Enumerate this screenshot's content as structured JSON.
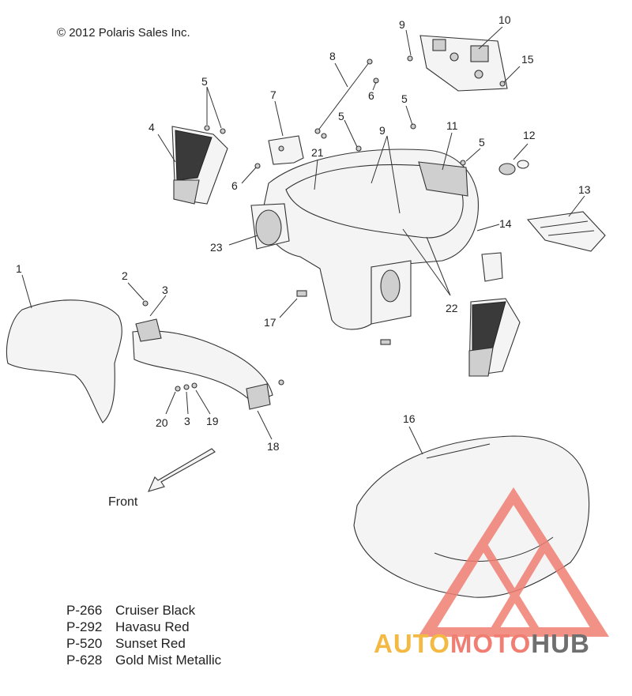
{
  "copyright": "© 2012 Polaris Sales Inc.",
  "front_label": "Front",
  "callouts": {
    "c1": "1",
    "c2": "2",
    "c3a": "3",
    "c3b": "3",
    "c4": "4",
    "c5a": "5",
    "c5b": "5",
    "c5c": "5",
    "c5d": "5",
    "c6a": "6",
    "c6b": "6",
    "c7": "7",
    "c8": "8",
    "c9a": "9",
    "c9b": "9",
    "c10": "10",
    "c11": "11",
    "c12": "12",
    "c13": "13",
    "c14": "14",
    "c15": "15",
    "c16": "16",
    "c17": "17",
    "c18": "18",
    "c19": "19",
    "c20": "20",
    "c21": "21",
    "c22": "22",
    "c23": "23"
  },
  "legend": [
    {
      "code": "P-266",
      "name": "Cruiser Black"
    },
    {
      "code": "P-292",
      "name": "Havasu Red"
    },
    {
      "code": "P-520",
      "name": "Sunset Red"
    },
    {
      "code": "P-628",
      "name": "Gold Mist Metallic"
    }
  ],
  "watermark": {
    "part1": "AUTO",
    "part2": "MOTO",
    "part3": "HUB"
  },
  "colors": {
    "watermark_triangle": "#f07e72",
    "watermark_gold": "#f4b942",
    "watermark_gray": "#6f6f6f"
  }
}
